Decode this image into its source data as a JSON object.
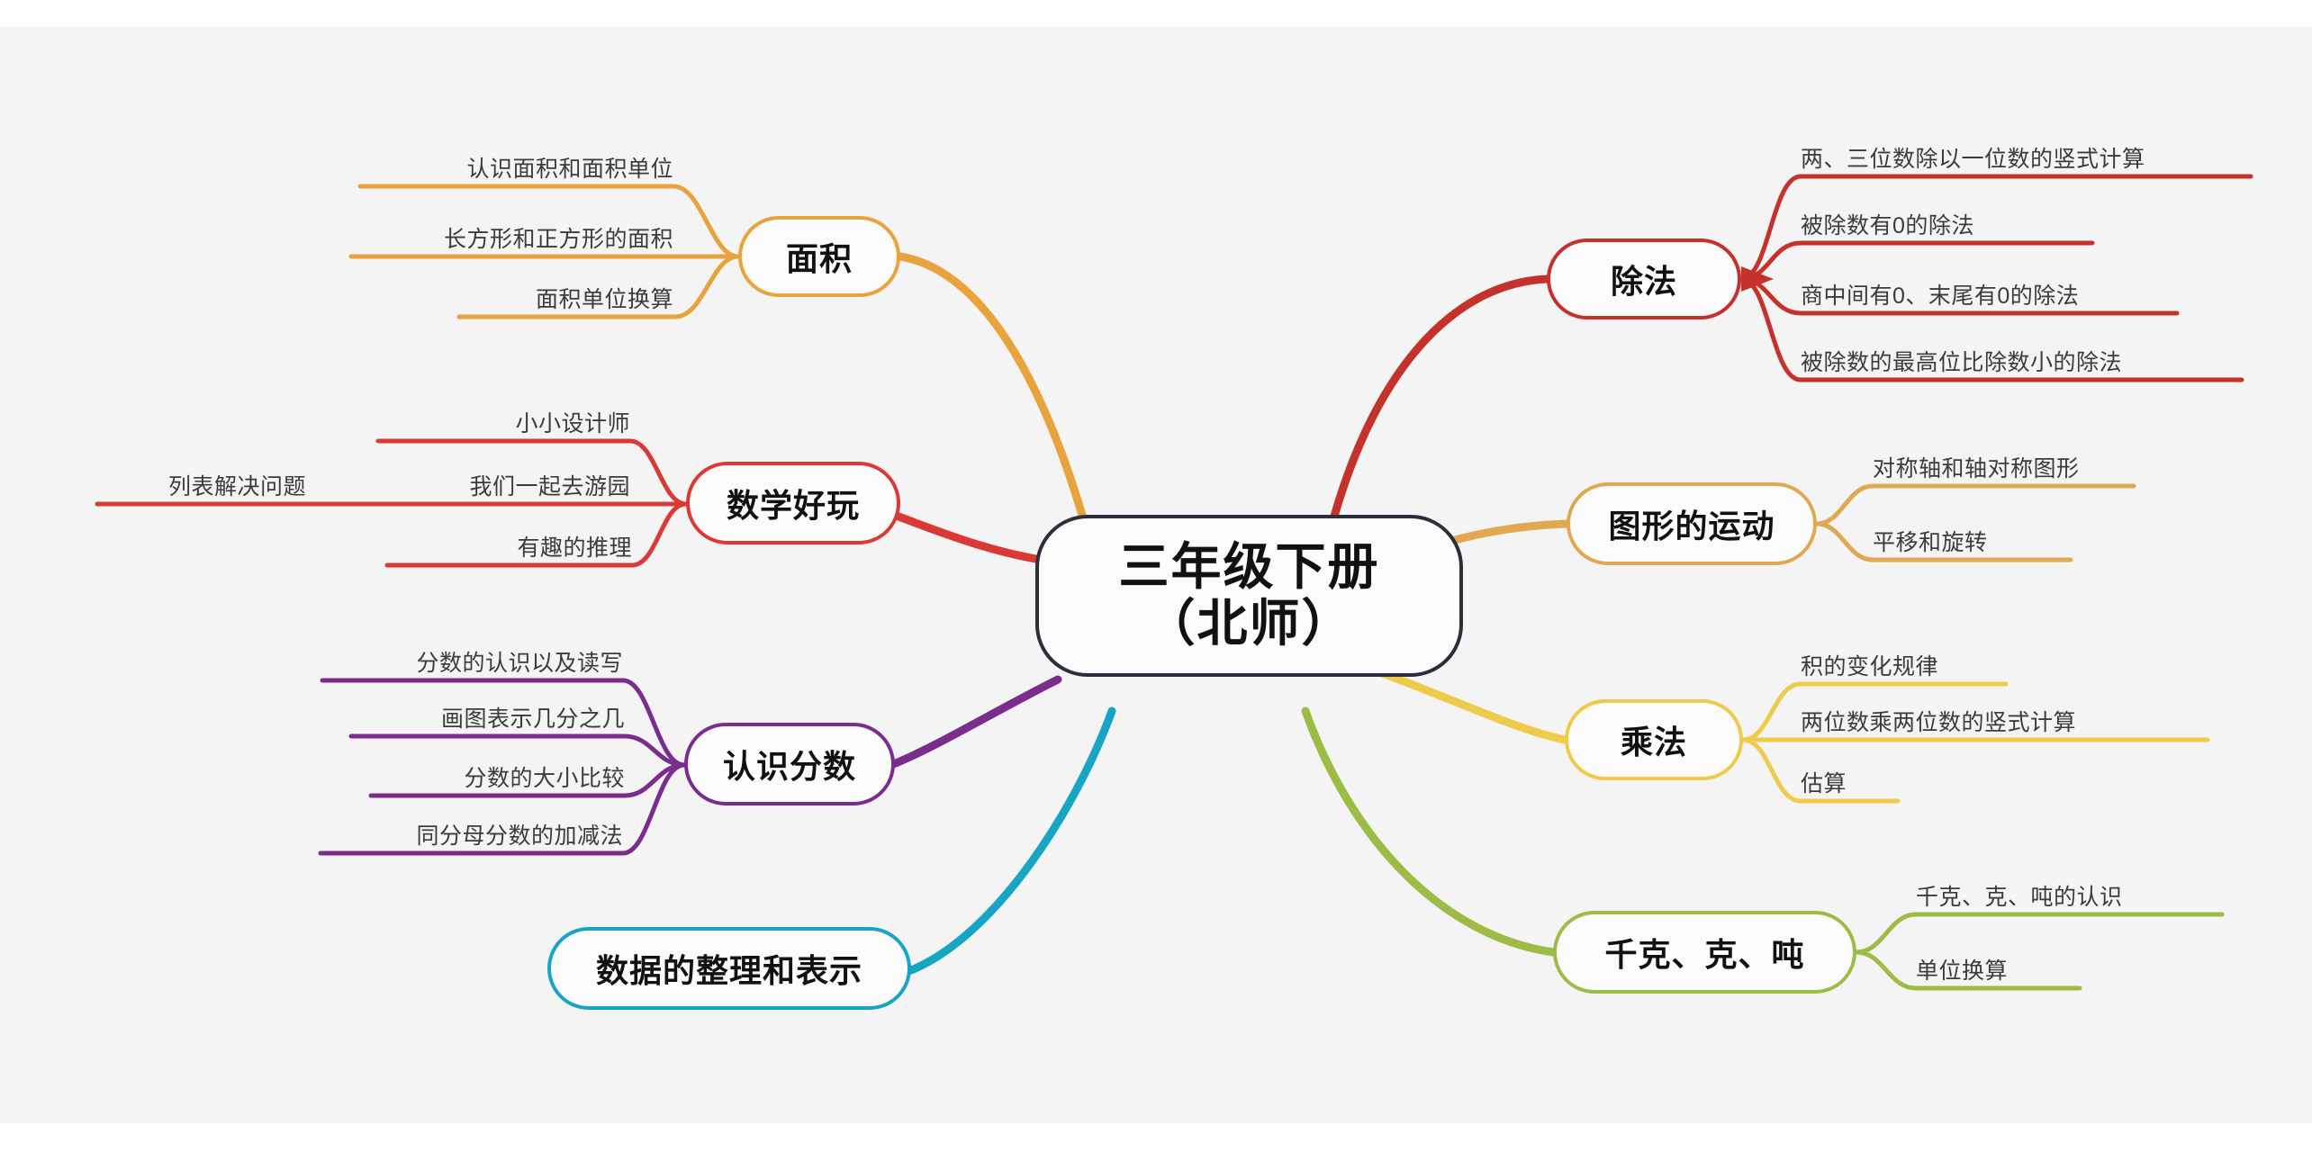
{
  "canvas": {
    "background": "#f4f4f5",
    "page_background": "#ffffff"
  },
  "central": {
    "line1": "三年级下册",
    "line2": "（北师）",
    "color": "#2b2f38"
  },
  "branches": [
    {
      "id": "area",
      "title": "面积",
      "color": "#E8A33D",
      "side": "left",
      "children": [
        {
          "label": "认识面积和面积单位"
        },
        {
          "label": "长方形和正方形的面积"
        },
        {
          "label": "面积单位换算"
        }
      ]
    },
    {
      "id": "fun-math",
      "title": "数学好玩",
      "color": "#D93A36",
      "side": "left",
      "children": [
        {
          "label": "小小设计师"
        },
        {
          "label": "我们一起去游园",
          "extra": "列表解决问题"
        },
        {
          "label": "有趣的推理"
        }
      ]
    },
    {
      "id": "fractions",
      "title": "认识分数",
      "color": "#7B2D8E",
      "side": "left",
      "children": [
        {
          "label": "分数的认识以及读写"
        },
        {
          "label": "画图表示几分之几"
        },
        {
          "label": "分数的大小比较"
        },
        {
          "label": "同分母分数的加减法"
        }
      ]
    },
    {
      "id": "data",
      "title": "数据的整理和表示",
      "color": "#16A5C4",
      "side": "left",
      "children": []
    },
    {
      "id": "division",
      "title": "除法",
      "color": "#C5322C",
      "side": "right",
      "children": [
        {
          "label": "两、三位数除以一位数的竖式计算"
        },
        {
          "label": "被除数有0的除法"
        },
        {
          "label": "商中间有0、末尾有0的除法"
        },
        {
          "label": "被除数的最高位比除数小的除法"
        }
      ]
    },
    {
      "id": "motion",
      "title": "图形的运动",
      "color": "#E0A853",
      "side": "right",
      "children": [
        {
          "label": "对称轴和轴对称图形"
        },
        {
          "label": "平移和旋转"
        }
      ]
    },
    {
      "id": "multiplication",
      "title": "乘法",
      "color": "#EFCB4B",
      "side": "right",
      "children": [
        {
          "label": "积的变化规律"
        },
        {
          "label": "两位数乘两位数的竖式计算"
        },
        {
          "label": "估算"
        }
      ]
    },
    {
      "id": "mass-units",
      "title": "千克、克、吨",
      "color": "#9DBC46",
      "side": "right",
      "children": [
        {
          "label": "千克、克、吨的认识"
        },
        {
          "label": "单位换算"
        }
      ]
    }
  ]
}
